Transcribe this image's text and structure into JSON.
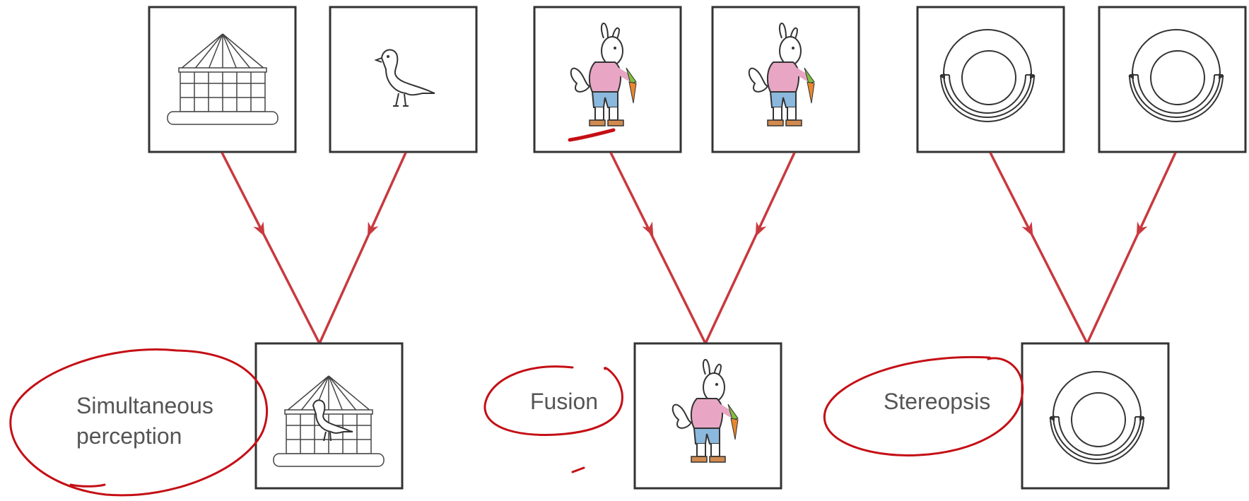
{
  "labels": {
    "simultaneous_line1": "Simultaneous",
    "simultaneous_line2": "perception",
    "fusion": "Fusion",
    "stereopsis": "Stereopsis"
  },
  "colors": {
    "arrow": "#c8393f",
    "annotation": "#c40f15",
    "frame": "#333333",
    "text": "#555555"
  },
  "icons": {
    "cage": "birdcage-icon",
    "bird": "bird-icon",
    "rabbit": "rabbit-with-carrot-icon",
    "rings": "concentric-rings-icon"
  }
}
